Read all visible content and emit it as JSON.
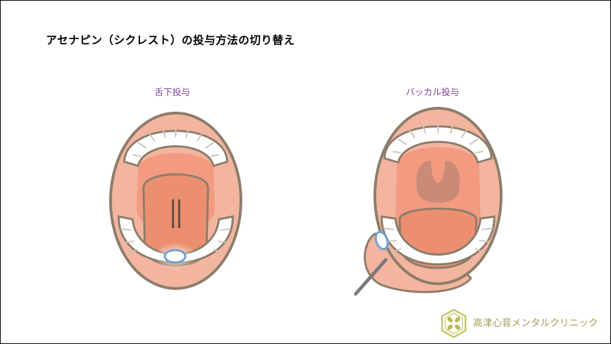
{
  "title": "アセナピン（シクレスト）の投与方法の切り替え",
  "captions": {
    "sublingual": "舌下投与",
    "buccal": "バッカル投与"
  },
  "logo": {
    "text": "高津心音メンタルクリニック",
    "icon": "hexagon-clover-logo"
  },
  "colors": {
    "title": "#000000",
    "caption": "#7b3f96",
    "lip": "#f3b59f",
    "outline": "#8c7d6b",
    "mouth": "#f39a80",
    "tongue": "#ec8f70",
    "teeth": "#ffffff",
    "logo_text": "#a79a5a",
    "logo_mark": "#c6c46a"
  }
}
